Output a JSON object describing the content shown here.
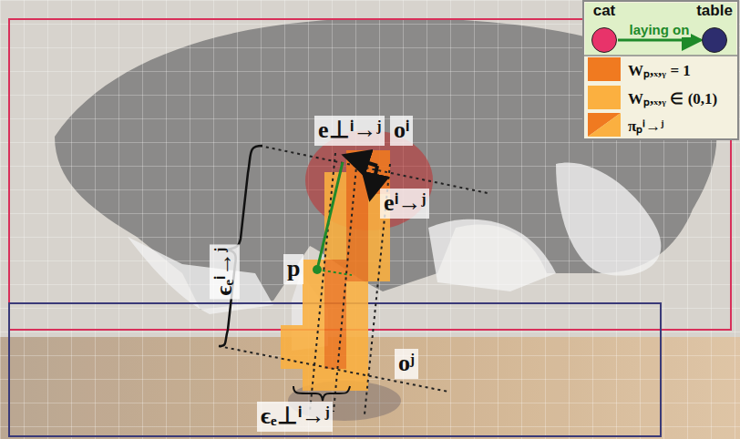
{
  "diagram": {
    "nodes": [
      {
        "text": [
          "cat"
        ]
      },
      {
        "text": [
          "table"
        ]
      }
    ],
    "edges": [
      {
        "from": 0,
        "to": 1,
        "label": "laying on",
        "arrow": "to"
      }
    ],
    "labels": [
      "e⊥ⁱ→ʲ",
      "oⁱ",
      "eⁱ→ʲ",
      "p",
      "ϵₑⁱ→ʲ",
      "oʲ",
      "ϵₑ⊥ⁱ→ʲ"
    ],
    "legend": [
      {
        "text": "Wₚ,ₓ,ᵧ = 1",
        "color": "#f07a20"
      },
      {
        "text": "Wₚ,ₓ,ᵧ ∈ (0,1)",
        "color": "#fbb040"
      },
      {
        "text": "πₚⁱ→ʲ"
      }
    ]
  }
}
